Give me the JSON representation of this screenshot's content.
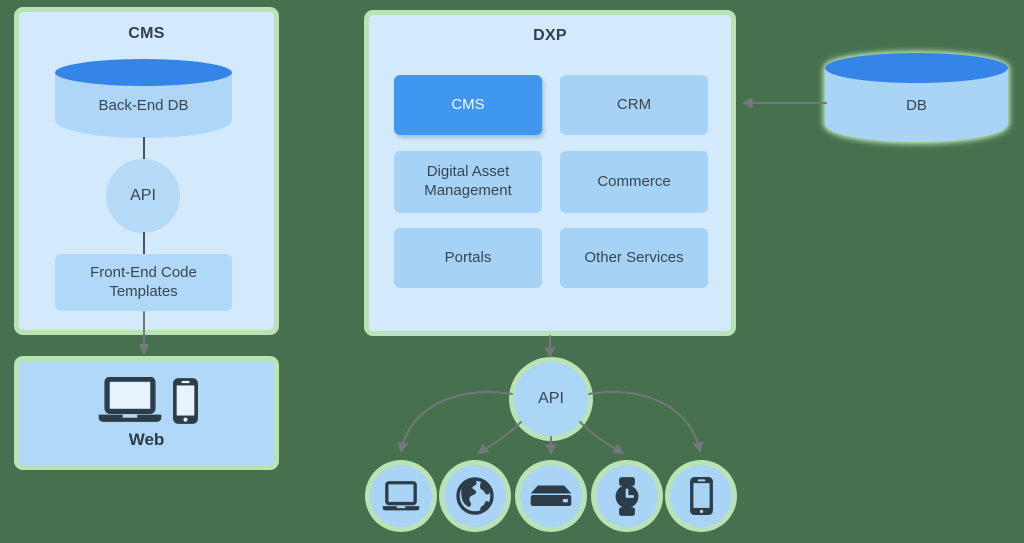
{
  "diagram": {
    "cms_stack": {
      "title": "CMS",
      "database_label": "Back-End DB",
      "api_label": "API",
      "templates_label": "Front-End Code Templates",
      "web_label": "Web"
    },
    "dxp": {
      "title": "DXP",
      "boxes": [
        {
          "label": "CMS",
          "active": true
        },
        {
          "label": "CRM",
          "active": false
        },
        {
          "label": "Digital Asset Management",
          "active": false
        },
        {
          "label": "Commerce",
          "active": false
        },
        {
          "label": "Portals",
          "active": false
        },
        {
          "label": "Other Services",
          "active": false
        }
      ],
      "api_label": "API"
    },
    "external_db": {
      "label": "DB"
    },
    "icons": {
      "web_box": [
        "laptop-icon",
        "smartphone-icon"
      ],
      "devices": [
        "laptop-icon",
        "globe-icon",
        "set-top-box-icon",
        "smartwatch-icon",
        "smartphone-icon"
      ]
    },
    "colors": {
      "background": "#47714e",
      "halo_green": "#b9e3b5",
      "panel_blue": "#d3eafc",
      "tile_blue": "#a6d2f5",
      "active_blue": "#3f97ef",
      "node_blue": "#aed6f6",
      "cylinder_top_blue": "#3585e8",
      "icon_dark": "#2c3d49",
      "arrow_gray": "#72787c",
      "text_dark": "#39454f",
      "text_light": "#f4f9fe"
    }
  }
}
